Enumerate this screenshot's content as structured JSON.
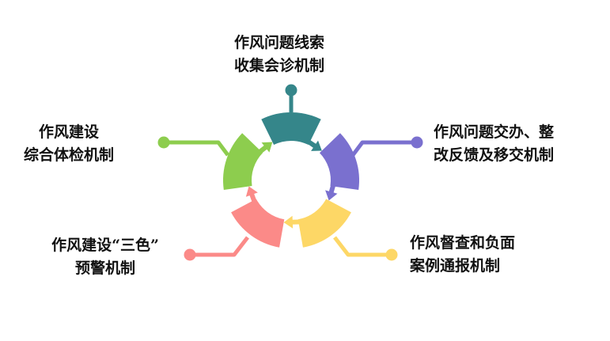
{
  "items": [
    {
      "lines": [
        "作风问题线索",
        "收集会诊机制"
      ],
      "color": "#35868a"
    },
    {
      "lines": [
        "作风问题交办、整",
        "改反馈及移交机制"
      ],
      "color": "#7a70cf"
    },
    {
      "lines": [
        "作风督查和负面",
        "案例通报机制"
      ],
      "color": "#fdd766"
    },
    {
      "lines": [
        "作风建设“三色”",
        "预警机制"
      ],
      "color": "#fb8a88"
    },
    {
      "lines": [
        "作风建设",
        "综合体检机制"
      ],
      "color": "#8dcd4e"
    }
  ]
}
